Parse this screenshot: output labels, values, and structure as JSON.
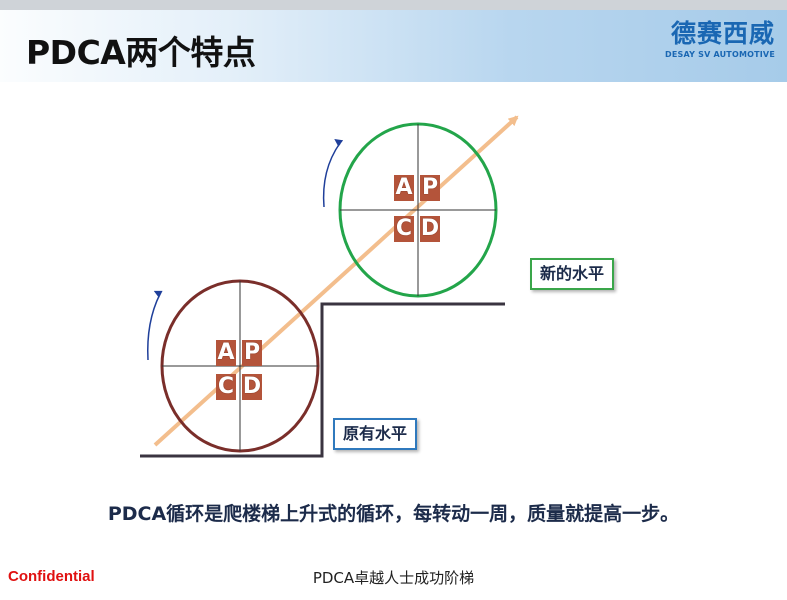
{
  "slide": {
    "title": "PDCA两个特点",
    "logo": {
      "name_cn": "德赛西威",
      "name_en": "DESAY SV AUTOMOTIVE",
      "color": "#1a67b3"
    },
    "diagram": {
      "lower_cycle": {
        "cells": [
          "A",
          "P",
          "C",
          "D"
        ],
        "circle_color": "#7a2e2a"
      },
      "upper_cycle": {
        "cells": [
          "A",
          "P",
          "C",
          "D"
        ],
        "circle_color": "#23a54a"
      },
      "arrow_color": "#f3be8d",
      "stair_color": "#3a3440",
      "level_new": "新的水平",
      "level_old": "原有水平"
    },
    "caption": "PDCA循环是爬楼梯上升式的循环，每转动一周，质量就提高一步。",
    "confidential": "Confidential",
    "footer": "PDCA卓越人士成功阶梯"
  }
}
